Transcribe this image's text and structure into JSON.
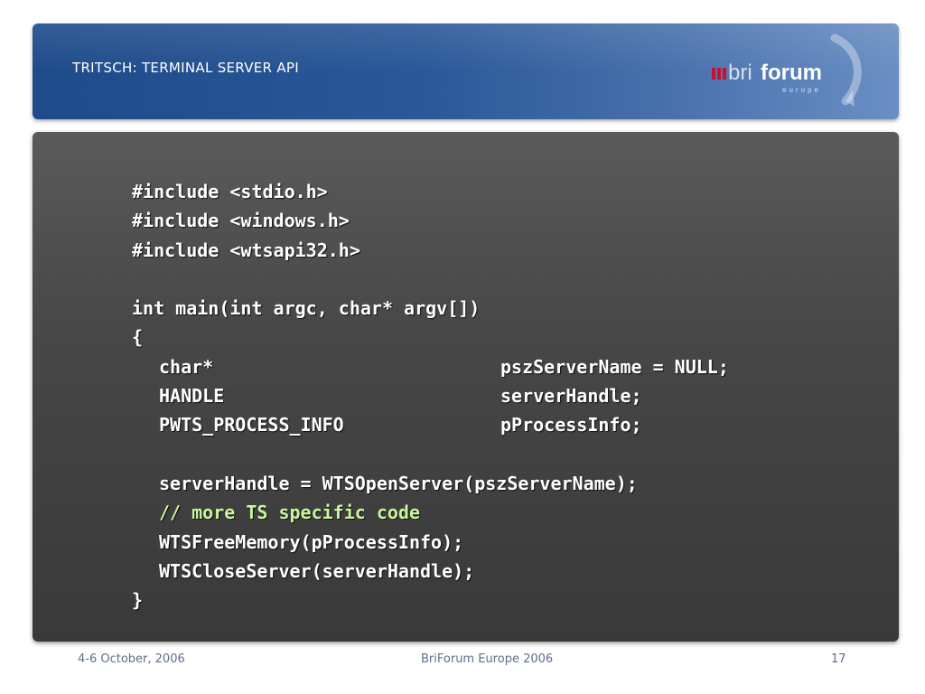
{
  "header": {
    "title": "TRITSCH: TERMINAL SERVER API",
    "logo": {
      "bars_color": "#c8102e",
      "text_bri": "bri",
      "text_forum": "forum",
      "subtext": "europe"
    }
  },
  "code": {
    "includes": [
      "#include <stdio.h>",
      "#include <windows.h>",
      "#include <wtsapi32.h>"
    ],
    "main_signature": "int main(int argc, char* argv[])",
    "open_brace": "{",
    "declarations": [
      {
        "type": "char*",
        "name": "pszServerName = NULL;"
      },
      {
        "type": "HANDLE",
        "name": "serverHandle;"
      },
      {
        "type": "PWTS_PROCESS_INFO",
        "name": "pProcessInfo;"
      }
    ],
    "open_call": "serverHandle = WTSOpenServer(pszServerName);",
    "comment": "// more TS specific code",
    "free_call": "WTSFreeMemory(pProcessInfo);",
    "close_call": "WTSCloseServer(serverHandle);",
    "close_brace": "}",
    "comment_color": "#c9f59c"
  },
  "footer": {
    "date": "4-6 October, 2006",
    "event": "BriForum Europe 2006",
    "page_number": "17"
  }
}
